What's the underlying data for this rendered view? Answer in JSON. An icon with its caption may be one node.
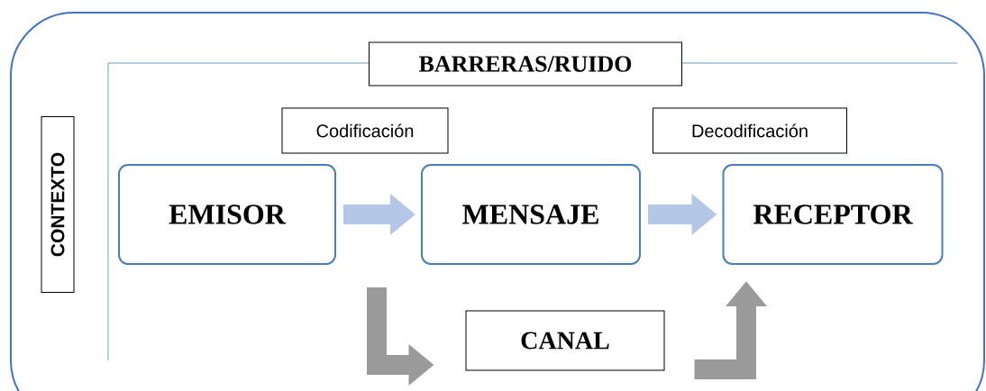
{
  "diagram": {
    "nodes": [
      {
        "text": [
          "BARRERAS/RUIDO"
        ]
      },
      {
        "text": [
          "CONTEXTO"
        ]
      },
      {
        "text": [
          "Codificación"
        ]
      },
      {
        "text": [
          "Decodificación"
        ]
      },
      {
        "text": [
          "EMISOR"
        ]
      },
      {
        "text": [
          "MENSAJE"
        ]
      },
      {
        "text": [
          "RECEPTOR"
        ]
      },
      {
        "text": [
          "CANAL"
        ]
      }
    ],
    "edges": [
      {
        "from": 4,
        "to": 5,
        "arrow": "to",
        "color": "#b4c7e7"
      },
      {
        "from": 5,
        "to": 6,
        "arrow": "to",
        "color": "#b4c7e7"
      },
      {
        "from": 4,
        "to": 7,
        "arrow": "to",
        "color": "#9a9a9a"
      },
      {
        "from": 7,
        "to": 6,
        "arrow": "to",
        "color": "#9a9a9a"
      }
    ]
  }
}
